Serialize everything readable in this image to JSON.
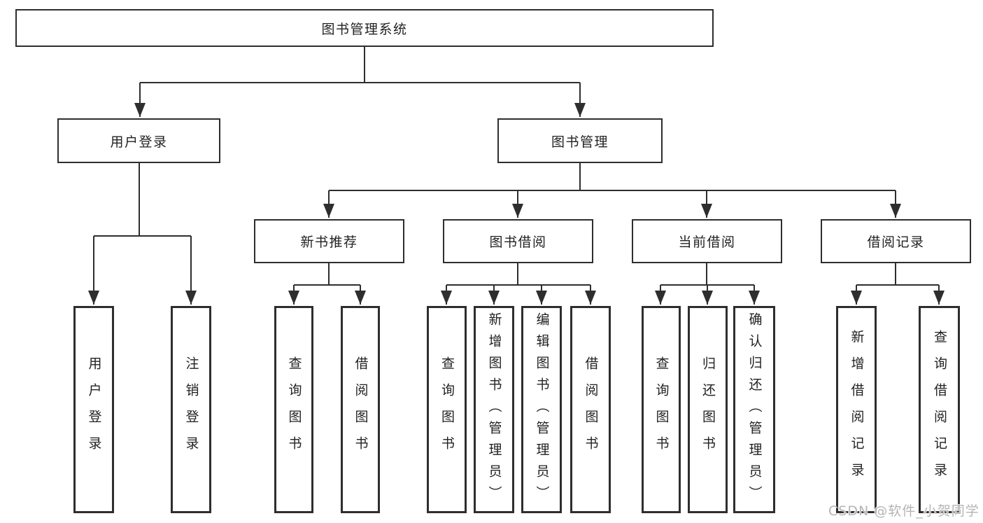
{
  "colors": {
    "line": "#2e2e2e",
    "box_border": "#2e2e2e",
    "box_fill": "#ffffff",
    "text": "#222222",
    "watermark": "#b3b6b6"
  },
  "watermark": "CSDN @软件_小贺同学",
  "tree": {
    "root": "图书管理系统",
    "branches": [
      {
        "label": "用户登录",
        "leaves": [
          "用户登录",
          "注销登录"
        ]
      },
      {
        "label": "图书管理",
        "groups": [
          {
            "label": "新书推荐",
            "leaves": [
              "查询图书",
              "借阅图书"
            ]
          },
          {
            "label": "图书借阅",
            "leaves": [
              "查询图书",
              "新增图书（管理员）",
              "编辑图书（管理员）",
              "借阅图书"
            ]
          },
          {
            "label": "当前借阅",
            "leaves": [
              "查询图书",
              "归还图书",
              "确认归还（管理员）"
            ]
          },
          {
            "label": "借阅记录",
            "leaves": [
              "新增借阅记录",
              "查询借阅记录"
            ]
          }
        ]
      }
    ]
  }
}
